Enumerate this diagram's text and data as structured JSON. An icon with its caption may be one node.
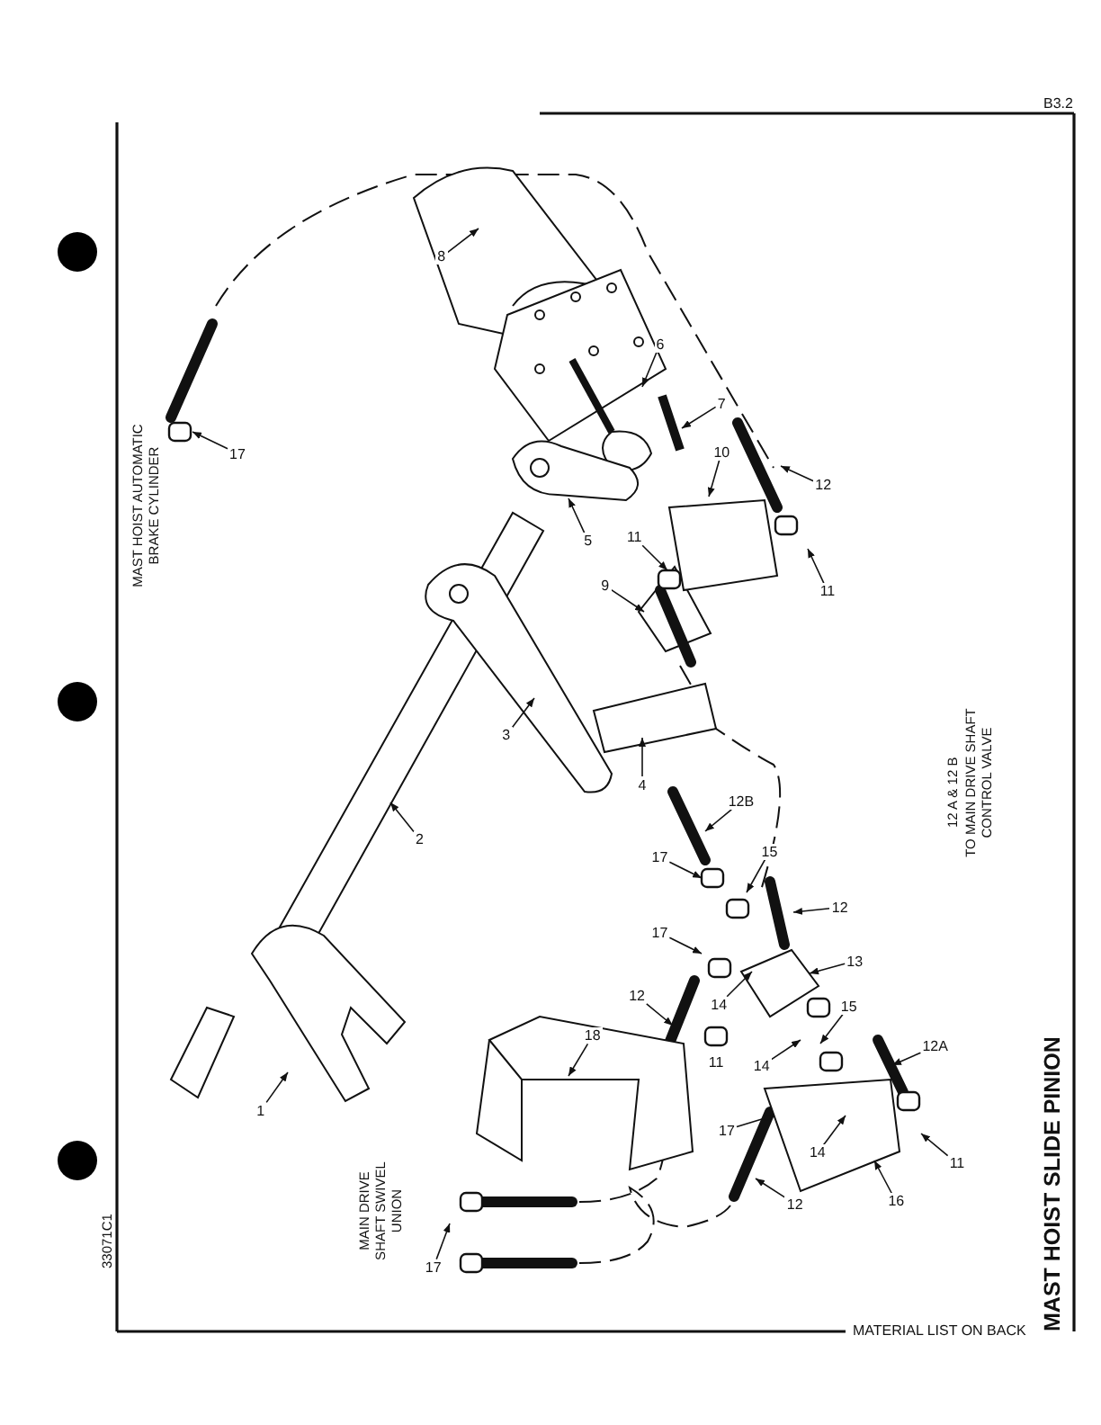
{
  "diagram": {
    "title": "MAST HOIST SLIDE PINION",
    "nodes": [
      {
        "text": [
          "8"
        ]
      },
      {
        "text": [
          "6"
        ]
      },
      {
        "text": [
          "7"
        ]
      },
      {
        "text": [
          "17"
        ]
      },
      {
        "text": [
          "10"
        ]
      },
      {
        "text": [
          "12"
        ]
      },
      {
        "text": [
          "5"
        ]
      },
      {
        "text": [
          "11"
        ]
      },
      {
        "text": [
          "11"
        ]
      },
      {
        "text": [
          "9"
        ]
      },
      {
        "text": [
          "3"
        ]
      },
      {
        "text": [
          "4"
        ]
      },
      {
        "text": [
          "12B"
        ]
      },
      {
        "text": [
          "2"
        ]
      },
      {
        "text": [
          "17"
        ]
      },
      {
        "text": [
          "15"
        ]
      },
      {
        "text": [
          "12"
        ]
      },
      {
        "text": [
          "17"
        ]
      },
      {
        "text": [
          "13"
        ]
      },
      {
        "text": [
          "14"
        ]
      },
      {
        "text": [
          "12"
        ]
      },
      {
        "text": [
          "15"
        ]
      },
      {
        "text": [
          "11"
        ]
      },
      {
        "text": [
          "14"
        ]
      },
      {
        "text": [
          "18"
        ]
      },
      {
        "text": [
          "12A"
        ]
      },
      {
        "text": [
          "1"
        ]
      },
      {
        "text": [
          "17"
        ]
      },
      {
        "text": [
          "14"
        ]
      },
      {
        "text": [
          "11"
        ]
      },
      {
        "text": [
          "16"
        ]
      },
      {
        "text": [
          "12"
        ]
      },
      {
        "text": [
          "17"
        ]
      }
    ],
    "edges": [
      {
        "from": 0,
        "to": null,
        "arrow": "to"
      },
      {
        "from": 1,
        "to": null,
        "arrow": "to"
      },
      {
        "from": 2,
        "to": null,
        "arrow": "to"
      },
      {
        "from": 3,
        "to": null,
        "arrow": "to"
      },
      {
        "from": 4,
        "to": null,
        "arrow": "to"
      },
      {
        "from": 5,
        "to": null,
        "arrow": "to"
      },
      {
        "from": 6,
        "to": null,
        "arrow": "to"
      },
      {
        "from": 7,
        "to": null,
        "arrow": "to"
      },
      {
        "from": 8,
        "to": null,
        "arrow": "to"
      },
      {
        "from": 9,
        "to": null,
        "arrow": "to"
      },
      {
        "from": 10,
        "to": null,
        "arrow": "to"
      },
      {
        "from": 11,
        "to": null,
        "arrow": "to"
      },
      {
        "from": 12,
        "to": null,
        "arrow": "to"
      },
      {
        "from": 13,
        "to": null,
        "arrow": "to"
      },
      {
        "from": 14,
        "to": null,
        "arrow": "to"
      },
      {
        "from": 15,
        "to": null,
        "arrow": "to"
      },
      {
        "from": 16,
        "to": null,
        "arrow": "to"
      },
      {
        "from": 17,
        "to": null,
        "arrow": "to"
      },
      {
        "from": 18,
        "to": null,
        "arrow": "to"
      },
      {
        "from": 19,
        "to": null,
        "arrow": "to"
      },
      {
        "from": 20,
        "to": null,
        "arrow": "to"
      },
      {
        "from": 21,
        "to": null,
        "arrow": "to"
      },
      {
        "from": 23,
        "to": null,
        "arrow": "to"
      },
      {
        "from": 24,
        "to": null,
        "arrow": "to"
      },
      {
        "from": 25,
        "to": null,
        "arrow": "to"
      },
      {
        "from": 26,
        "to": null,
        "arrow": "to"
      },
      {
        "from": 27,
        "to": null,
        "arrow": "to"
      },
      {
        "from": 28,
        "to": null,
        "arrow": "to"
      },
      {
        "from": 29,
        "to": null,
        "arrow": "to"
      },
      {
        "from": 30,
        "to": null,
        "arrow": "to"
      },
      {
        "from": 31,
        "to": null,
        "arrow": "to"
      },
      {
        "from": 32,
        "to": null,
        "arrow": "to"
      }
    ],
    "labels": [
      "B3.2",
      "MAST HOIST AUTOMATIC BRAKE CYLINDER",
      "12 A & 12 B",
      "TO MAIN DRIVE SHAFT CONTROL VALVE",
      "MAIN DRIVE SHAFT SWIVEL UNION",
      "33071C1",
      "MATERIAL LIST ON BACK"
    ]
  }
}
